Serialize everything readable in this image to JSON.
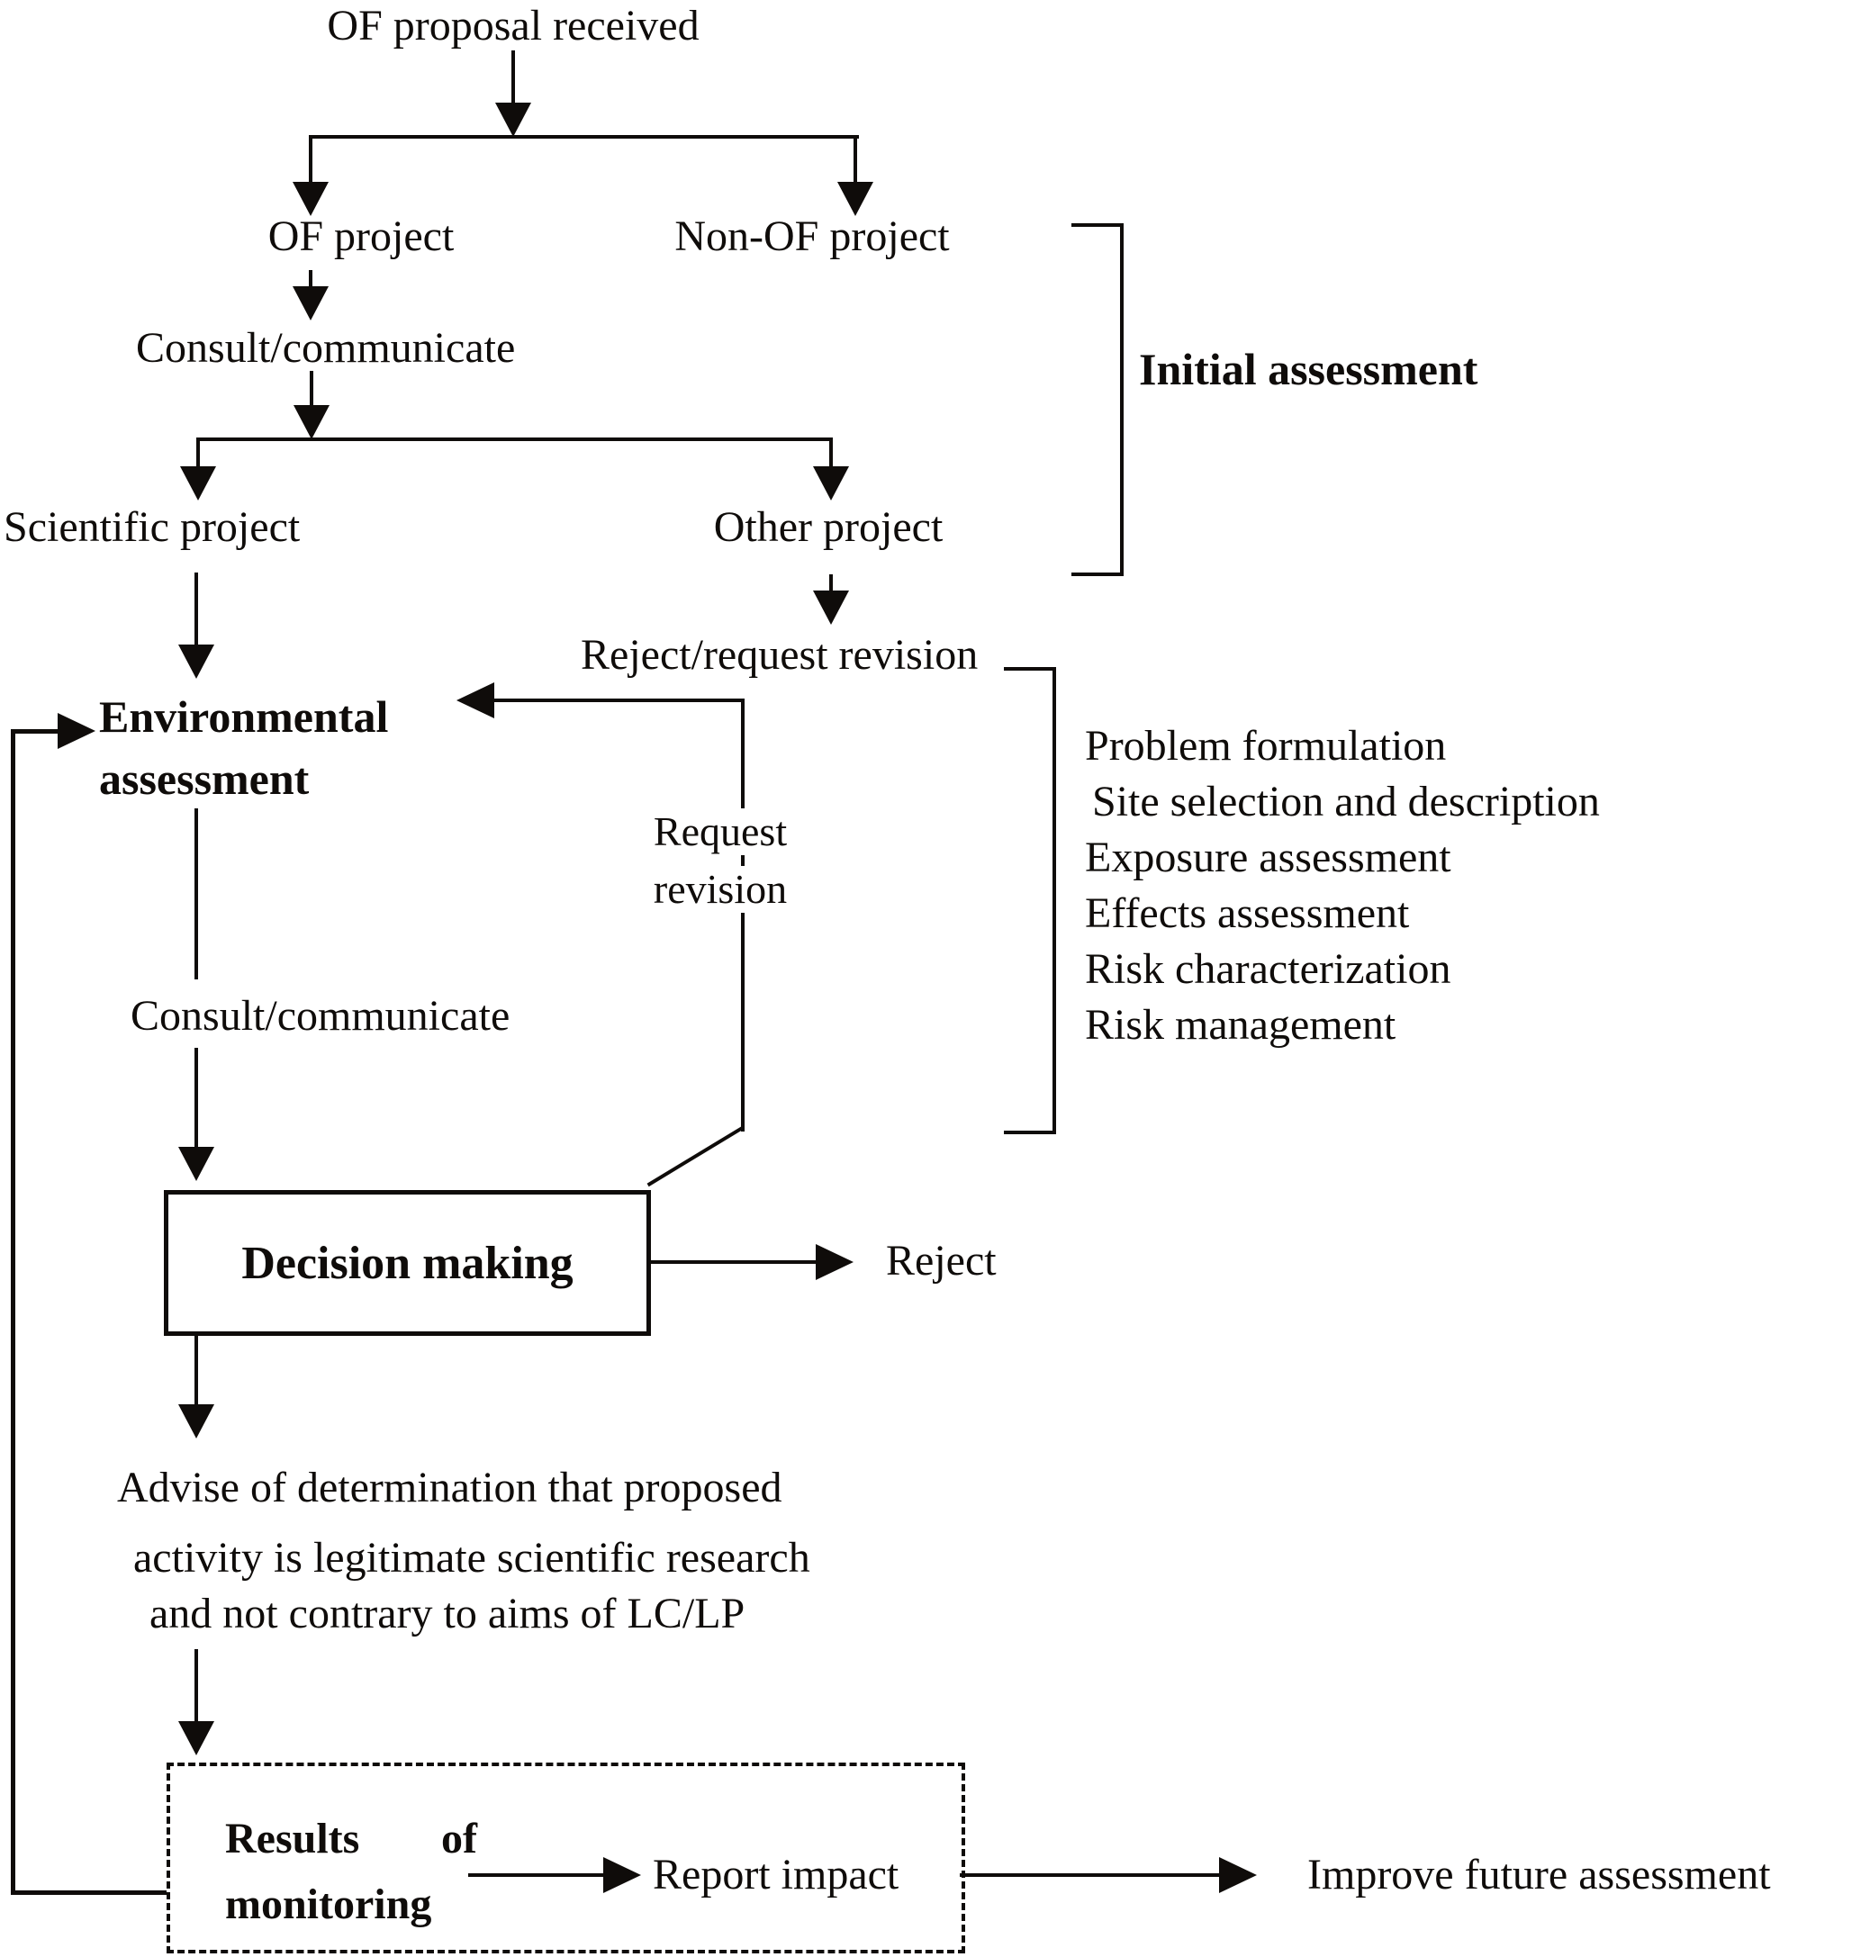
{
  "diagram": {
    "title_node": "OF proposal received",
    "nodes": {
      "of_project": "OF project",
      "non_of_project": "Non-OF project",
      "consult_communicate_1": "Consult/communicate",
      "scientific_project": "Scientific project",
      "other_project": "Other project",
      "reject_request_revision": "Reject/request revision",
      "environmental_assessment_line1": "Environmental",
      "environmental_assessment_line2": "assessment",
      "request_revision_line1": "Request",
      "request_revision_line2": "revision",
      "consult_communicate_2": "Consult/communicate",
      "decision_making": "Decision making",
      "reject": "Reject",
      "advise_line1": "Advise of determination that proposed",
      "advise_line2": "activity is legitimate scientific research",
      "advise_line3": "and not contrary to aims of LC/LP",
      "results_word1": "Results",
      "results_word2": "of",
      "results_line2": "monitoring",
      "report_impact": "Report impact",
      "improve_future_assessment": "Improve future assessment"
    },
    "side_labels": {
      "initial_assessment": "Initial assessment",
      "assessment_steps": [
        "Problem formulation",
        "Site selection and description",
        "Exposure assessment",
        "Effects assessment",
        "Risk characterization",
        "Risk management"
      ]
    },
    "colors": {
      "line": "#0f0c0a",
      "text": "#0f0c0a",
      "background": "#ffffff"
    }
  }
}
